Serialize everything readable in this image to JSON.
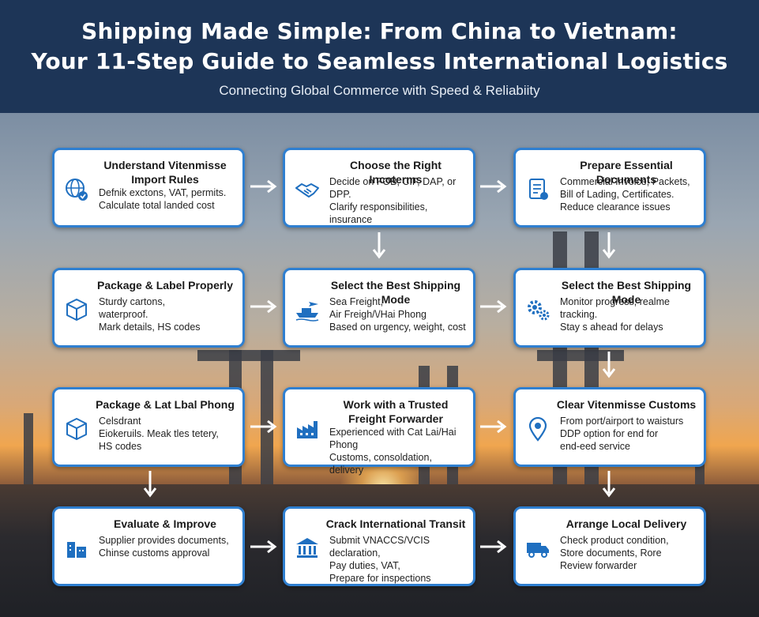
{
  "header": {
    "title_line1": "Shipping Made Simple: From China to Vietnam:",
    "title_line2": "Your 11-Step Guide to Seamless International Logistics",
    "subtitle": "Connecting Global Commerce with Speed & Reliabiity"
  },
  "colors": {
    "header_bg": "#1d3557",
    "box_border": "#2f7fd0",
    "icon": "#1f6fc0"
  },
  "steps": [
    {
      "title": [
        "Understand Vitenmisse",
        "Import Rules"
      ],
      "desc": [
        "Defnik exctons, VAT, permits.",
        "Calculate total landed cost"
      ],
      "icon": "globe-check-icon"
    },
    {
      "title": [
        "Choose the Right Incoterms"
      ],
      "desc": [
        "Decide on FOB, CIF, DAP, or DPP.",
        "Clarify responsibilities,",
        "insurance"
      ],
      "icon": "handshake-icon"
    },
    {
      "title": [
        "Prepare Essential Documents"
      ],
      "desc": [
        "Commercial Invoice, Packets,",
        "Bill of Lading, Certificates.",
        "Reduce clearance issues"
      ],
      "icon": "document-icon"
    },
    {
      "title": [
        "Package & Label Properly"
      ],
      "desc": [
        "Sturdy cartons,",
        "waterproof.",
        "Mark details, HS codes"
      ],
      "icon": "package-icon"
    },
    {
      "title": [
        "Select the Best Shipping Mode"
      ],
      "desc": [
        "Sea Freight,",
        "Air Freigh/\\/Hai Phong",
        "Based on urgency, weight, cost"
      ],
      "icon": "ship-plane-icon"
    },
    {
      "title": [
        "Select the Best Shipping Mode"
      ],
      "desc": [
        "Monitor progress, realme tracking.",
        "Stay s ahead for delays"
      ],
      "icon": "gears-icon"
    },
    {
      "title": [
        "Package & Lat Lbal Phong"
      ],
      "desc": [
        "Celsdrant",
        "Eiokeruils. Meak tles tetery,",
        "HS codes"
      ],
      "icon": "package-icon"
    },
    {
      "title": [
        "Work with a Trusted",
        "Freight Forwarder"
      ],
      "desc": [
        "Experienced with Cat Lai/Hai Phong",
        "Customs, consoldation, delivery"
      ],
      "icon": "factory-icon"
    },
    {
      "title": [
        "Clear Vitenmisse Customs"
      ],
      "desc": [
        "From port/airport to waisturs",
        "DDP option for end for",
        "end-eed service"
      ],
      "icon": "location-pin-icon"
    },
    {
      "title": [
        "Evaluate & Improve"
      ],
      "desc": [
        "Supplier provides documents,",
        "Chinse customs approval"
      ],
      "icon": "buildings-icon"
    },
    {
      "title": [
        "Crack International Transit"
      ],
      "desc": [
        "Submit VNACCS/VCIS declaration,",
        "Pay duties, VAT,",
        "Prepare for inspections"
      ],
      "icon": "bank-icon"
    },
    {
      "title": [
        "Arrange Local Delivery"
      ],
      "desc": [
        "Check product condition,",
        "Store documents, Rore",
        "Review forwarder"
      ],
      "icon": "truck-icon"
    }
  ]
}
